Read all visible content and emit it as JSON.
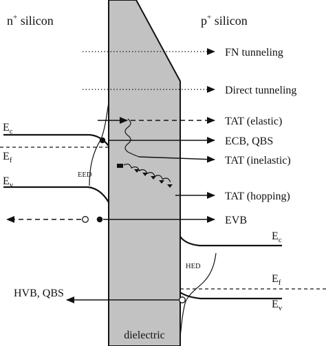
{
  "regions": {
    "left": {
      "base": "n",
      "sup": "+",
      "rest": " silicon"
    },
    "right": {
      "base": "p",
      "sup": "+",
      "rest": " silicon"
    },
    "dielectric": "dielectric"
  },
  "mechanisms": {
    "fn": "FN tunneling",
    "direct": "Direct tunneling",
    "tat_elastic": "TAT (elastic)",
    "ecb": "ECB, QBS",
    "tat_inelastic": "TAT (inelastic)",
    "tat_hopping": "TAT (hopping)",
    "evb": "EVB",
    "hvb": "HVB, QBS"
  },
  "bands": {
    "left_ec": {
      "base": "E",
      "sub": "c"
    },
    "left_ef": {
      "base": "E",
      "sub": "f"
    },
    "left_ev": {
      "base": "E",
      "sub": "v"
    },
    "right_ec": {
      "base": "E",
      "sub": "c"
    },
    "right_ef": {
      "base": "E",
      "sub": "f"
    },
    "right_ev": {
      "base": "E",
      "sub": "v"
    }
  },
  "distributions": {
    "eed": "EED",
    "hed": "HED"
  },
  "colors": {
    "dielectric_fill": "#c2c2c2",
    "line": "#111111",
    "background": "#ffffff"
  }
}
